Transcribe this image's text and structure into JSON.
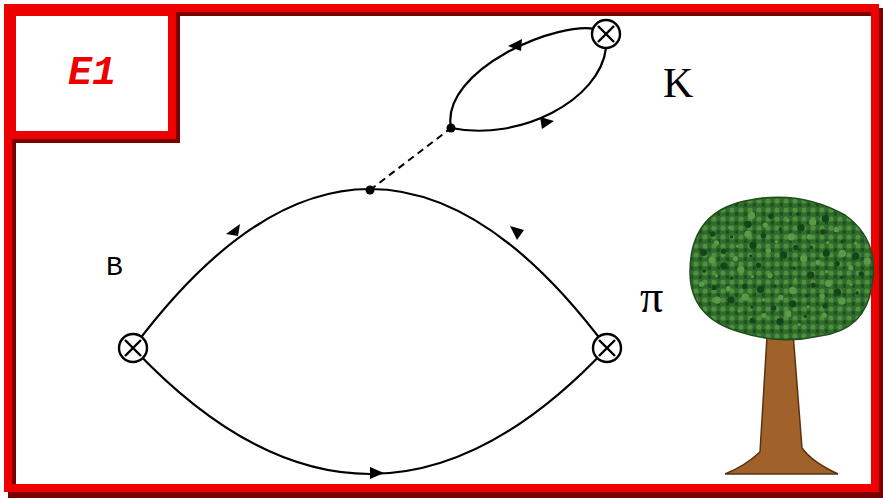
{
  "diagram": {
    "nodes": [
      {
        "text": [
          "E1"
        ]
      }
    ],
    "labels": [
      "K",
      "B",
      "π"
    ]
  }
}
